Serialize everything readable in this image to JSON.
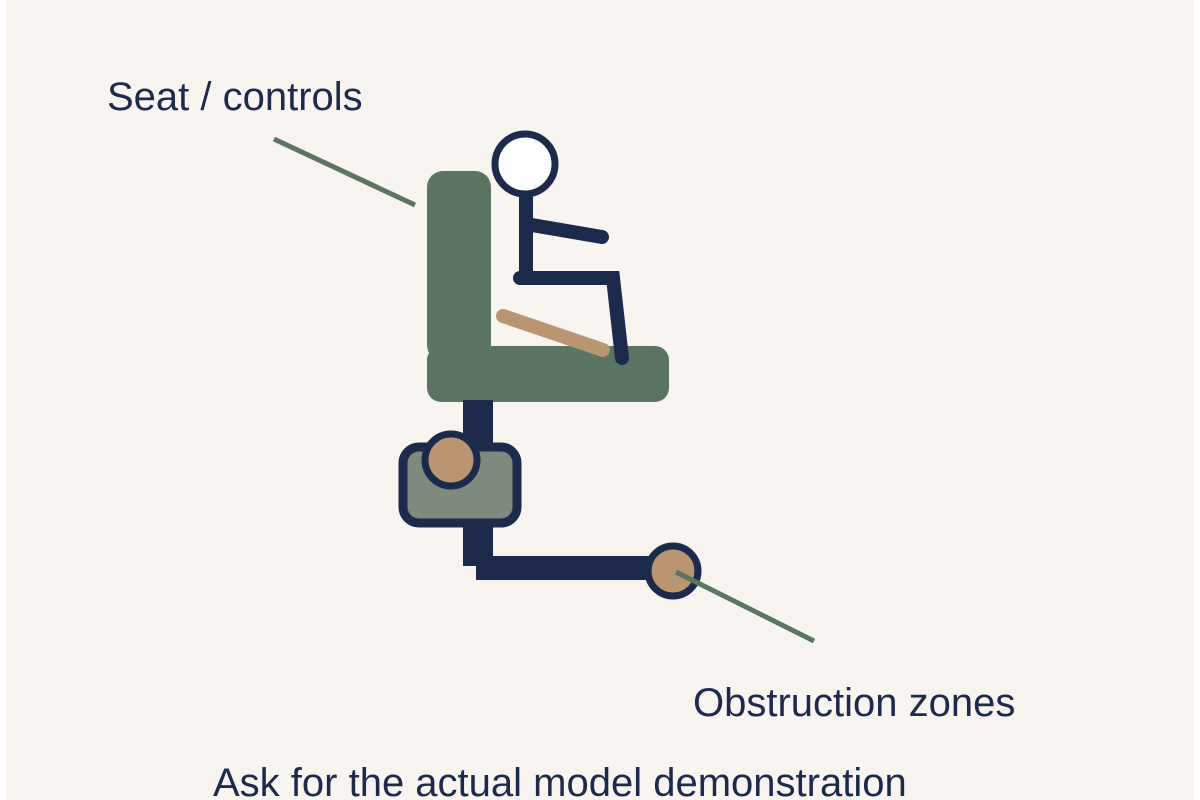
{
  "labels": {
    "seat_controls": "Seat / controls",
    "obstruction_zones": "Obstruction zones",
    "footer": "Ask for the actual model demonstration"
  },
  "colors": {
    "background": "#f8f4ef",
    "navy": "#1c2a4d",
    "seat_green": "#5a7663",
    "tan": "#bb9470",
    "gray_box": "#7e8a7e",
    "head_fill": "#ffffff"
  },
  "icons": {
    "figure": "seated-person-icon",
    "seat": "chair-icon"
  }
}
